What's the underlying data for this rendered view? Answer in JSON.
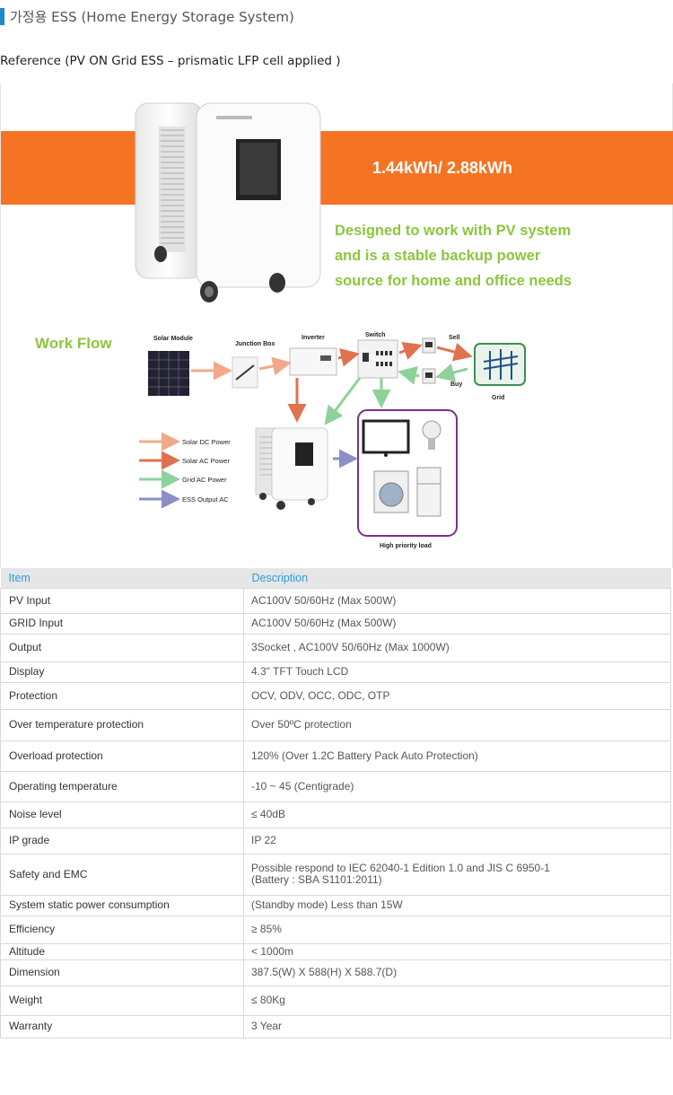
{
  "page": {
    "title": "가정용 ESS (Home Energy Storage System)",
    "reference": "Reference (PV ON Grid ESS – prismatic  LFP  cell applied )"
  },
  "figure": {
    "capacity": "1.44kWh/ 2.88kWh",
    "tagline": [
      "Designed to work with PV system",
      "and is a stable backup power",
      "source for home and office needs"
    ],
    "workflow_title": "Work Flow",
    "labels": {
      "solar_module": "Solar Module",
      "junction_box": "Junction Box",
      "inverter": "Inverter",
      "switch": "Switch",
      "sell": "Sell",
      "buy": "Buy",
      "grid": "Grid",
      "high_priority_load": "High priority load"
    },
    "legend": [
      {
        "label": "Solar DC Power",
        "color": "#f2a989"
      },
      {
        "label": "Solar AC Power",
        "color": "#e0734f"
      },
      {
        "label": "Grid AC Power",
        "color": "#8fd19a"
      },
      {
        "label": "ESS Output AC",
        "color": "#8c8ec8"
      }
    ],
    "colors": {
      "banner": "#f47424",
      "accent_green": "#8cc63e",
      "load_border": "#7a2f8e"
    }
  },
  "table": {
    "headers": {
      "item": "Item",
      "description": "Description"
    },
    "rows": [
      {
        "item": "PV Input",
        "value": "AC100V 50/60Hz (Max 500W)"
      },
      {
        "item": "GRID Input",
        "value": "AC100V 50/60Hz (Max 500W)"
      },
      {
        "item": "Output",
        "value": "3Socket , AC100V 50/60Hz (Max 1000W)"
      },
      {
        "item": "Display",
        "value": "4.3\" TFT Touch LCD"
      },
      {
        "item": "Protection",
        "value": "OCV, ODV, OCC, ODC, OTP"
      },
      {
        "item": "Over temperature protection",
        "value": "Over 50ºC protection"
      },
      {
        "item": "Overload protection",
        "value": "120% (Over 1.2C Battery Pack Auto Protection)"
      },
      {
        "item": "Operating temperature",
        "value": "-10 ~ 45 (Centigrade)"
      },
      {
        "item": "Noise level",
        "value": "≤ 40dB"
      },
      {
        "item": "IP grade",
        "value": "IP 22"
      },
      {
        "item": "Safety and EMC",
        "value": "Possible respond to IEC 62040-1 Edition 1.0 and JIS C 6950-1",
        "value2": "(Battery : SBA S1101:2011)"
      },
      {
        "item": "System static power consumption",
        "value": "(Standby mode) Less than 15W"
      },
      {
        "item": "Efficiency",
        "value": "≥ 85%"
      },
      {
        "item": "Altitude",
        "value": "< 1000m"
      },
      {
        "item": "Dimension",
        "value": "387.5(W) X 588(H) X 588.7(D)"
      },
      {
        "item": "Weight",
        "value": "≤ 80Kg"
      },
      {
        "item": "Warranty",
        "value": "3 Year"
      }
    ]
  }
}
